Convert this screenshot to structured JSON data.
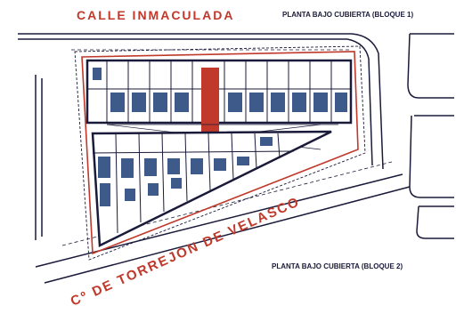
{
  "labels": {
    "street_top": "CALLE INMACULADA",
    "caption_block_1": "PLANTA BAJO CUBIERTA (BLOQUE 1)",
    "street_diagonal": "Cº DE TORREJON DE VELASCO",
    "caption_block_2": "PLANTA BAJO CUBIERTA (BLOQUE 2)"
  },
  "colors": {
    "outline": "#1a1a3a",
    "plot_boundary": "#c0392b",
    "unit_fill": "#3d5a8a",
    "stair_core": "#c0392b",
    "street_text": "#c0392b"
  },
  "icons": {
    "north_block": "building-block-1",
    "south_block": "building-block-2"
  }
}
